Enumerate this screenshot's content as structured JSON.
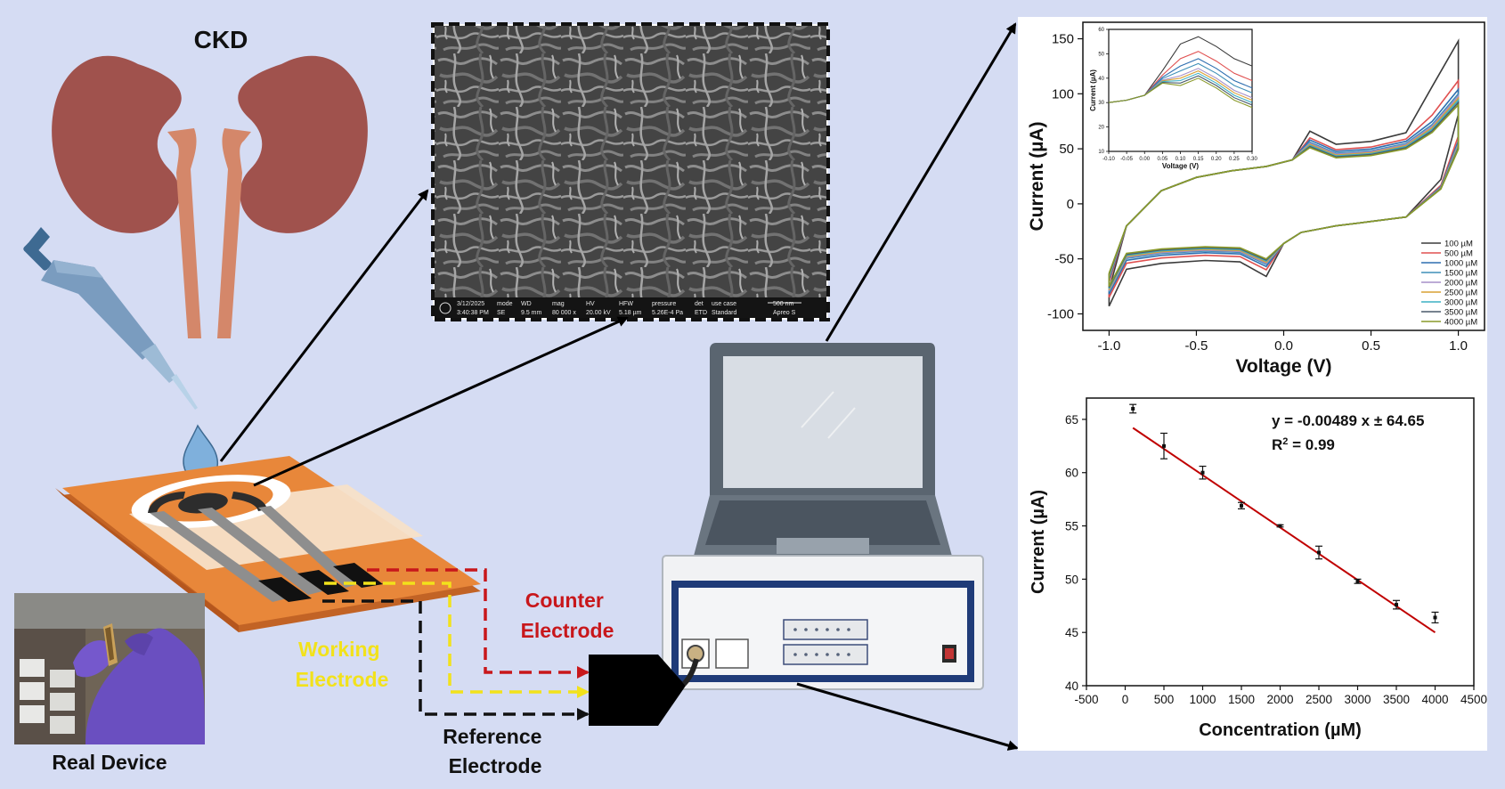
{
  "labels": {
    "ckd": "CKD",
    "real_device": "Real Device",
    "counter_electrode": [
      "Counter",
      "Electrode"
    ],
    "working_electrode": [
      "Working",
      "Electrode"
    ],
    "reference_electrode": [
      "Reference",
      "Electrode"
    ]
  },
  "sem": {
    "date": "3/12/2025",
    "time": "3:40:38 PM",
    "mode": "SE",
    "wd": "9.5 mm",
    "mag": "80 000 x",
    "hv": "20.00 kV",
    "hfw": "5.18 µm",
    "pressure": "5.26E-4 Pa",
    "det": "ETD",
    "use_case": "Standard",
    "scale_bar": "500 nm",
    "instrument": "Apreo S",
    "headers": {
      "mode": "mode",
      "wd": "WD",
      "mag": "mag",
      "hv": "HV",
      "hfw": "HFW",
      "pressure": "pressure",
      "det": "det",
      "use_case": "use case"
    }
  },
  "colors": {
    "background": "#d5dcf3",
    "kidney": "#a0524d",
    "ureter": "#d4876a",
    "electrode_orange": "#e8873a",
    "working_yellow": "#f2e21b",
    "counter_red": "#c8171b",
    "reference_black": "#111111",
    "device_frame": "#1f3b78",
    "fit_line": "#c00000"
  },
  "chart_data": [
    {
      "type": "line",
      "xlabel": "Voltage (V)",
      "ylabel": "Current (µA)",
      "xlim": [
        -1.15,
        1.15
      ],
      "ylim": [
        -115,
        165
      ],
      "xticks": [
        -1.0,
        -0.5,
        0.0,
        0.5,
        1.0
      ],
      "xtick_labels": [
        "-1.0",
        "-0.5",
        "0.0",
        "0.5",
        "1.0"
      ],
      "yticks": [
        -100,
        -50,
        0,
        50,
        100,
        150
      ],
      "ytick_labels": [
        "-100",
        "-50",
        "0",
        "50",
        "100",
        "150"
      ],
      "legend_position": "bottom-right",
      "series": [
        {
          "name": "100 µM",
          "color": "#3b3b3b",
          "i_max": 148,
          "i_min": -93,
          "peak_a": 66,
          "peak_c": -66
        },
        {
          "name": "500 µM",
          "color": "#e05050",
          "i_max": 112,
          "i_min": -85,
          "peak_a": 60,
          "peak_c": -60
        },
        {
          "name": "1000 µM",
          "color": "#2f6fb0",
          "i_max": 104,
          "i_min": -82,
          "peak_a": 58,
          "peak_c": -57
        },
        {
          "name": "1500 µM",
          "color": "#3f8fb8",
          "i_max": 100,
          "i_min": -80,
          "peak_a": 56,
          "peak_c": -55
        },
        {
          "name": "2000 µM",
          "color": "#a58fc8",
          "i_max": 98,
          "i_min": -79,
          "peak_a": 55,
          "peak_c": -54
        },
        {
          "name": "2500 µM",
          "color": "#d9a034",
          "i_max": 96,
          "i_min": -78,
          "peak_a": 54,
          "peak_c": -53
        },
        {
          "name": "3000 µM",
          "color": "#3bb0c4",
          "i_max": 94,
          "i_min": -77,
          "peak_a": 53,
          "peak_c": -52
        },
        {
          "name": "3500 µM",
          "color": "#4a5a6a",
          "i_max": 92,
          "i_min": -76,
          "peak_a": 52,
          "peak_c": -51
        },
        {
          "name": "4000 µM",
          "color": "#8a9a2a",
          "i_max": 90,
          "i_min": -75,
          "peak_a": 51,
          "peak_c": -50
        }
      ],
      "inset": {
        "xlabel": "Voltage (V)",
        "ylabel": "Current (µA)",
        "xlim": [
          -0.1,
          0.3
        ],
        "ylim": [
          10,
          60
        ],
        "xticks": [
          -0.1,
          -0.05,
          0.0,
          0.05,
          0.1,
          0.15,
          0.2,
          0.25,
          0.3
        ],
        "xtick_labels": [
          "-0.10",
          "-0.05",
          "0.00",
          "0.05",
          "0.10",
          "0.15",
          "0.20",
          "0.25",
          "0.30"
        ],
        "yticks": [
          10,
          20,
          30,
          40,
          50,
          60
        ],
        "ytick_labels": [
          "10",
          "20",
          "30",
          "40",
          "50",
          "60"
        ],
        "peaks": [
          57,
          51,
          48,
          46,
          44,
          43,
          42,
          41,
          40
        ]
      }
    },
    {
      "type": "scatter",
      "xlabel": "Concentration (µM)",
      "ylabel": "Current (µA)",
      "xlim": [
        -500,
        4500
      ],
      "ylim": [
        40,
        67
      ],
      "xticks": [
        -500,
        0,
        500,
        1000,
        1500,
        2000,
        2500,
        3000,
        3500,
        4000,
        4500
      ],
      "xtick_labels": [
        "-500",
        "0",
        "500",
        "1000",
        "1500",
        "2000",
        "2500",
        "3000",
        "3500",
        "4000",
        "4500"
      ],
      "yticks": [
        40,
        45,
        50,
        55,
        60,
        65
      ],
      "ytick_labels": [
        "40",
        "45",
        "50",
        "55",
        "60",
        "65"
      ],
      "x": [
        100,
        500,
        1000,
        1500,
        2000,
        2500,
        3000,
        3500,
        4000
      ],
      "y": [
        66.0,
        62.5,
        60.0,
        56.9,
        55.0,
        52.5,
        49.8,
        47.6,
        46.4
      ],
      "yerr": [
        0.4,
        1.2,
        0.6,
        0.3,
        0.1,
        0.6,
        0.2,
        0.4,
        0.5
      ],
      "fit": {
        "x": [
          100,
          4000
        ],
        "y": [
          64.2,
          45.0
        ]
      },
      "equation": "y = -0.00489 x ± 64.65",
      "r2": "R",
      "r2_exp": "2",
      "r2_tail": " = 0.99"
    }
  ]
}
